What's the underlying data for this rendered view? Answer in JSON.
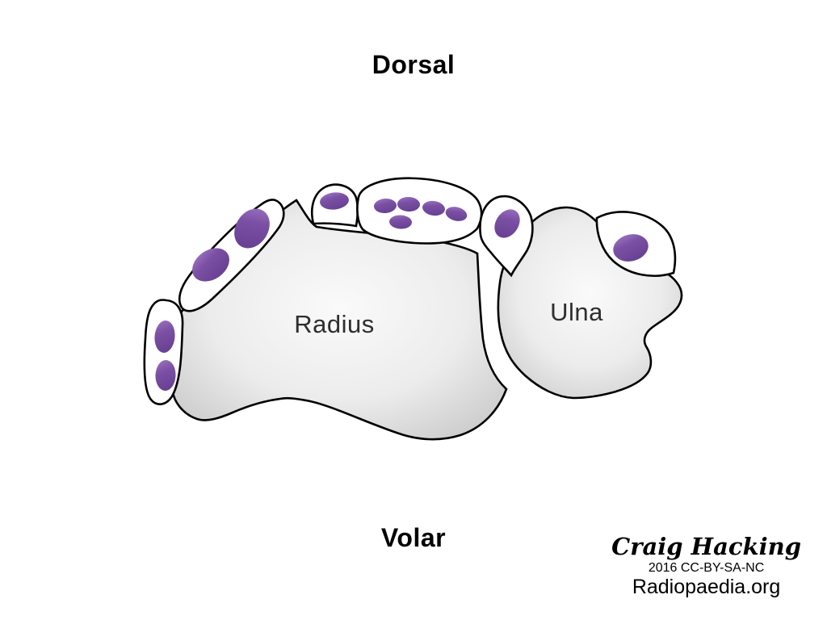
{
  "diagram": {
    "orientation": {
      "top": "Dorsal",
      "bottom": "Volar"
    },
    "bones": {
      "radius": "Radius",
      "ulna": "Ulna"
    },
    "extensor_compartments": {
      "tendon_oval_total": 12,
      "groups": [
        {
          "name": "compartment-1",
          "tendon_ovals": 2
        },
        {
          "name": "compartment-2",
          "tendon_ovals": 2
        },
        {
          "name": "compartment-3",
          "tendon_ovals": 1
        },
        {
          "name": "compartment-4",
          "tendon_ovals": 5
        },
        {
          "name": "compartment-5",
          "tendon_ovals": 1
        },
        {
          "name": "compartment-6",
          "tendon_ovals": 1
        }
      ]
    }
  },
  "attribution": {
    "author": "Craig Hacking",
    "license": "2016 CC-BY-SA-NC",
    "site": "Radiopaedia.org"
  },
  "colors": {
    "background": "#ffffff",
    "outline": "#000000",
    "bone_center": "#fafafa",
    "bone_mid": "#ececec",
    "bone_edge": "#c7c7c7",
    "tendon_light": "#9e76c4",
    "tendon_mid": "#7b50a4",
    "tendon_dark": "#6a4294",
    "label_gray": "#2e2e2e"
  }
}
